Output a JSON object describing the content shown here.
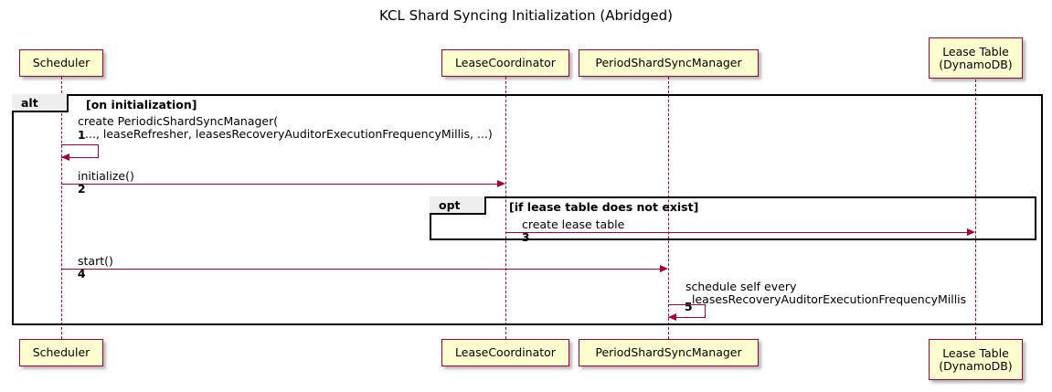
{
  "diagram": {
    "title": "KCL Shard Syncing Initialization (Abridged)",
    "type": "sequence-diagram",
    "colors": {
      "participant_fill": "#FEFECE",
      "participant_border": "#A80036",
      "lifeline": "#A80036",
      "arrow": "#A80036",
      "frame_border": "#000000",
      "frame_tab_fill": "#EEEEEE",
      "background": "#FFFFFF",
      "text": "#000000"
    }
  },
  "participants": [
    {
      "id": "scheduler",
      "label": "Scheduler",
      "lines": [
        "Scheduler"
      ]
    },
    {
      "id": "lease-coordinator",
      "label": "LeaseCoordinator",
      "lines": [
        "LeaseCoordinator"
      ]
    },
    {
      "id": "period-shard-sync-manager",
      "label": "PeriodShardSyncManager",
      "lines": [
        "PeriodShardSyncManager"
      ]
    },
    {
      "id": "lease-table",
      "label": "Lease Table (DynamoDB)",
      "lines": [
        "Lease Table",
        "(DynamoDB)"
      ]
    }
  ],
  "frames": [
    {
      "id": "alt-frame",
      "kind": "alt",
      "condition": "[on initialization]"
    },
    {
      "id": "opt-frame",
      "kind": "opt",
      "condition": "[if lease table does not exist]"
    }
  ],
  "messages": [
    {
      "number": "1",
      "from": "scheduler",
      "to": "scheduler",
      "self": true,
      "line1": "create PeriodicShardSyncManager(",
      "line2": "..., leaseRefresher, leasesRecoveryAuditorExecutionFrequencyMillis, ...)"
    },
    {
      "number": "2",
      "from": "scheduler",
      "to": "lease-coordinator",
      "self": false,
      "line1": "initialize()",
      "line2": ""
    },
    {
      "number": "3",
      "from": "lease-coordinator",
      "to": "lease-table",
      "self": false,
      "line1": "create lease table",
      "line2": ""
    },
    {
      "number": "4",
      "from": "scheduler",
      "to": "period-shard-sync-manager",
      "self": false,
      "line1": "start()",
      "line2": ""
    },
    {
      "number": "5",
      "from": "period-shard-sync-manager",
      "to": "period-shard-sync-manager",
      "self": true,
      "line1": "schedule self every",
      "line2": "leasesRecoveryAuditorExecutionFrequencyMillis"
    }
  ]
}
